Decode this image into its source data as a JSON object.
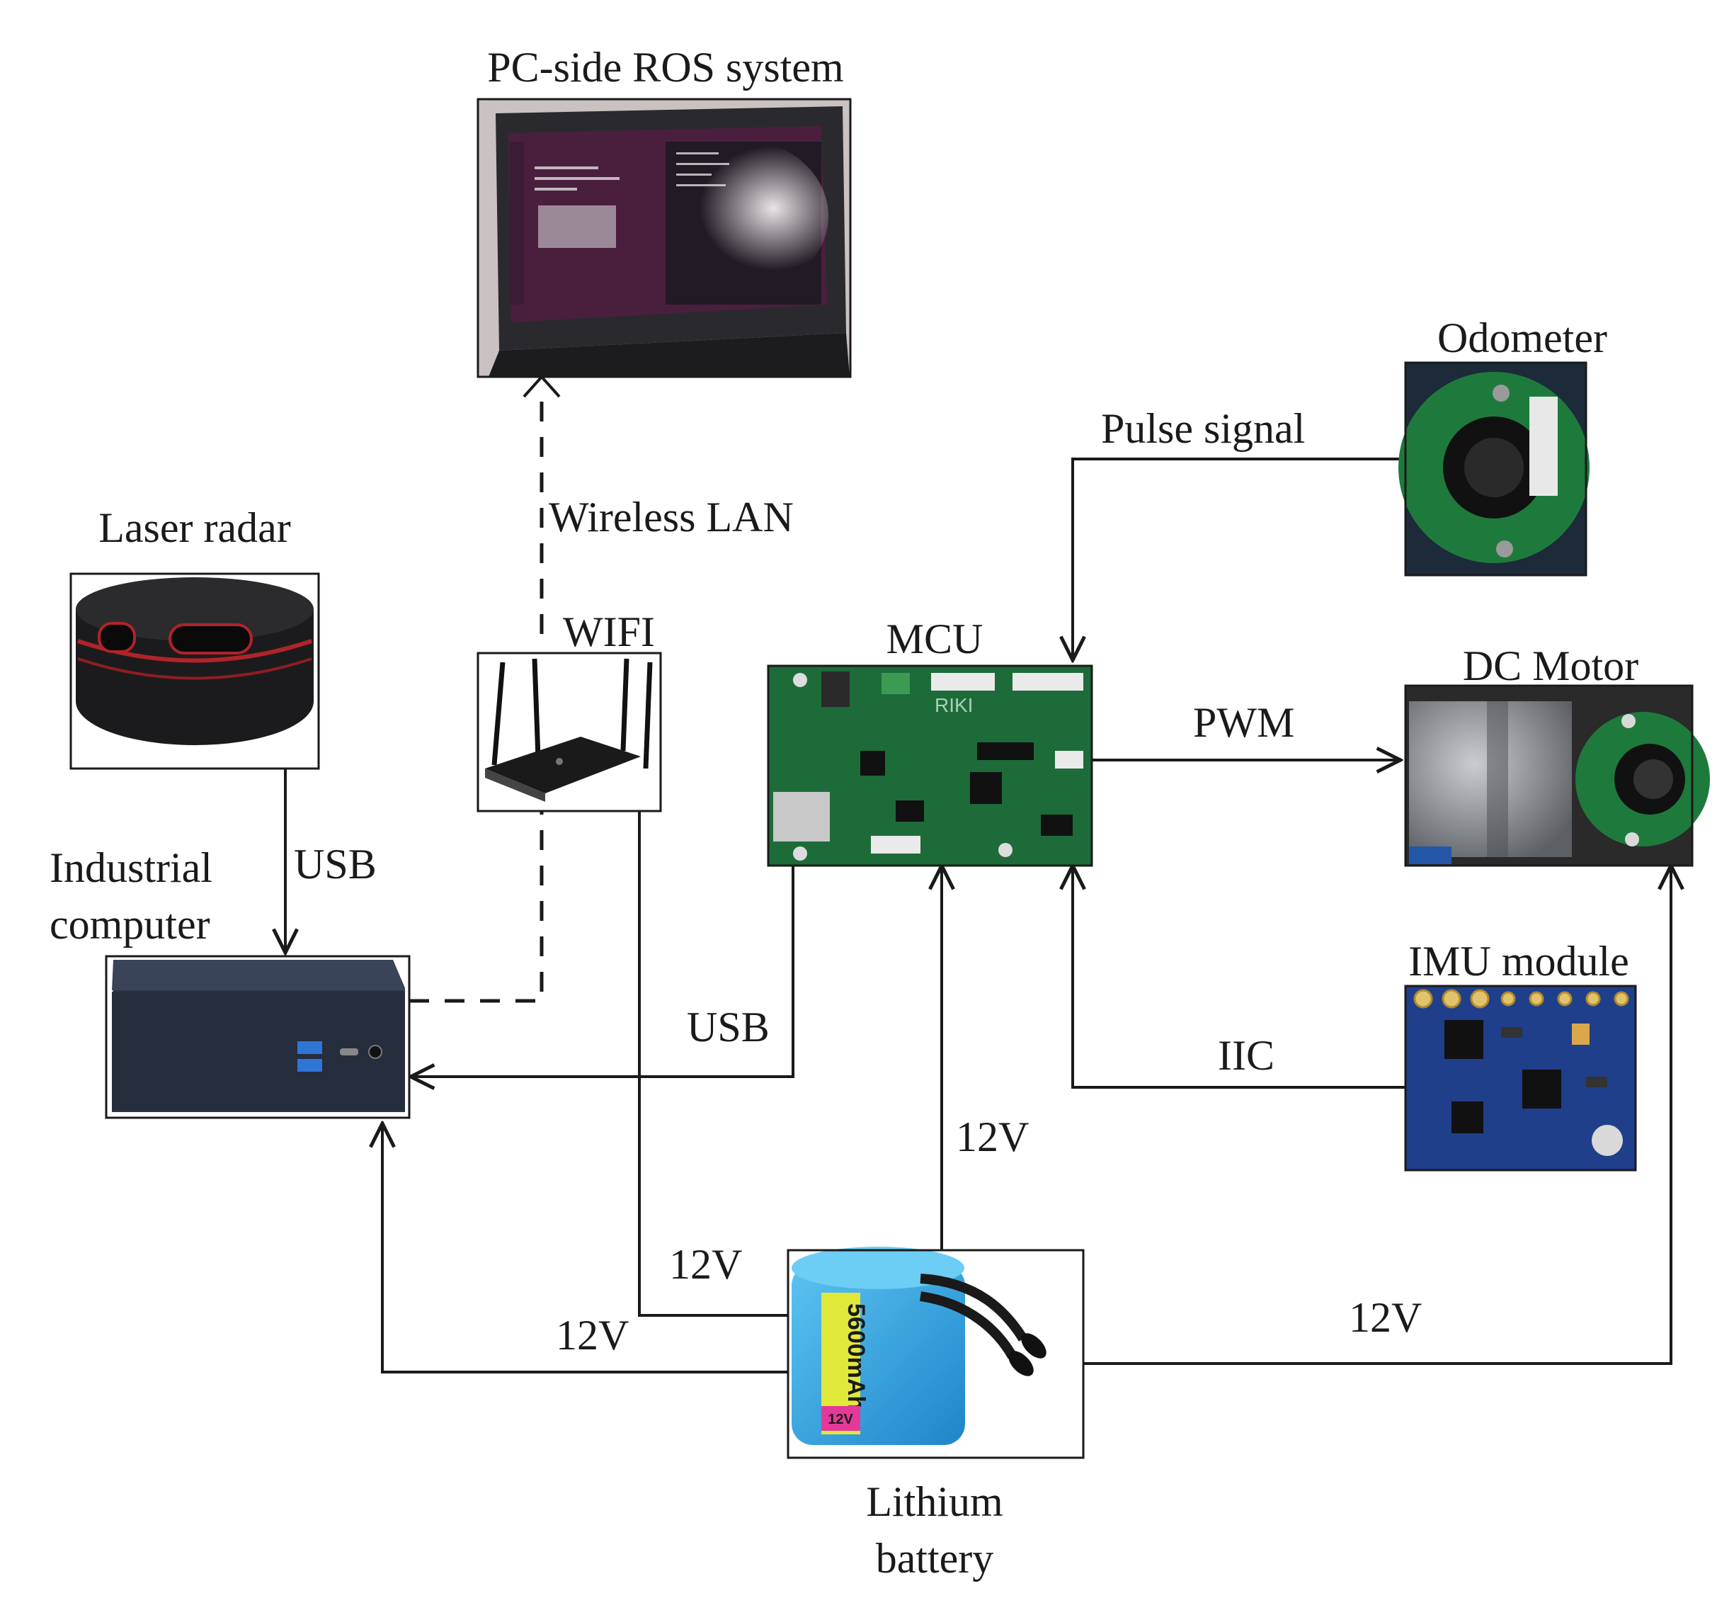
{
  "nodes": {
    "pc": {
      "label": "PC-side ROS system"
    },
    "laser": {
      "label": "Laser radar"
    },
    "industrial_pc": {
      "label_line1": "Industrial",
      "label_line2": "computer"
    },
    "wifi": {
      "label": "WIFI"
    },
    "mcu": {
      "label": "MCU"
    },
    "odometer": {
      "label": "Odometer"
    },
    "motor": {
      "label": "DC Motor"
    },
    "imu": {
      "label": "IMU module"
    },
    "battery": {
      "label_line1": "Lithium",
      "label_line2": "battery"
    }
  },
  "links": {
    "wireless_lan": "Wireless LAN",
    "laser_usb": "USB",
    "mcu_usb": "USB",
    "pulse_signal": "Pulse signal",
    "pwm": "PWM",
    "iic": "IIC",
    "mcu_12v": "12V",
    "wifi_12v": "12V",
    "pc_12v": "12V",
    "motor_12v": "12V"
  },
  "battery_text": {
    "capacity": "5600mAh",
    "voltage": "12V"
  },
  "colors": {
    "line": "#1a1a1a",
    "pcb_green": "#1e6b3a",
    "imu_blue": "#1f3f8a",
    "battery_blue": "#2fa4e0",
    "laptop_screen": "#4a1f3d",
    "computer_body": "#2c3446"
  }
}
